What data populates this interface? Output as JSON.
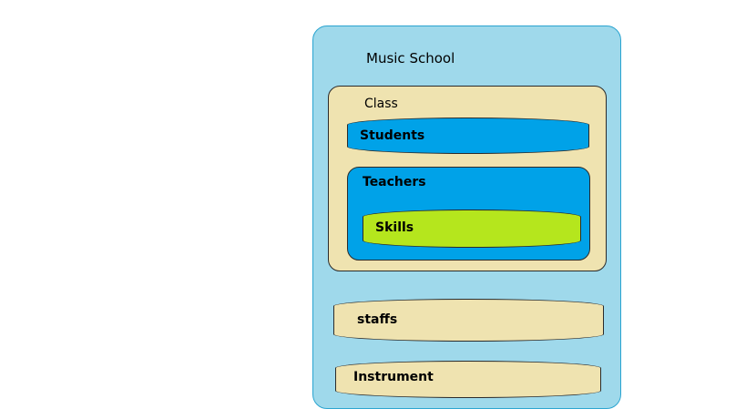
{
  "diagram": {
    "school": {
      "label": "Music School",
      "fill": "#9fd9eb"
    },
    "class": {
      "label": "Class",
      "fill": "#efe3b0"
    },
    "students": {
      "label": "Students",
      "fill": "#00a2e8"
    },
    "teachers": {
      "label": "Teachers",
      "fill": "#00a2e8"
    },
    "skills": {
      "label": "Skills",
      "fill": "#b5e61d"
    },
    "staffs": {
      "label": "staffs",
      "fill": "#efe3b0"
    },
    "instrument": {
      "label": "Instrument",
      "fill": "#efe3b0"
    }
  }
}
